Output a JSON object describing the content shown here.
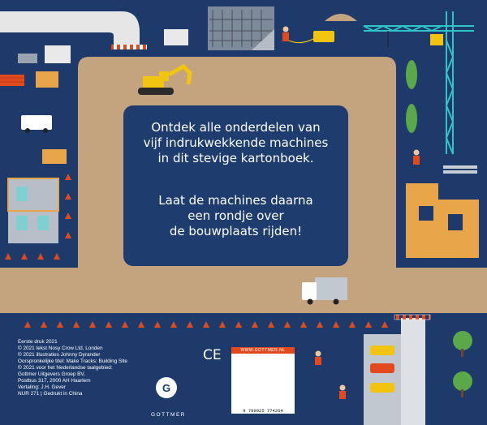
{
  "blurb": {
    "line1": "Ontdek alle onderdelen van",
    "line2": "vijf indrukwekkende machines",
    "line3": "in dit stevige kartonboek.",
    "line4": "Laat de machines daarna",
    "line5": "een rondje over",
    "line6": "de bouwplaats rijden!"
  },
  "credits": [
    "Eerste druk 2021",
    "© 2021 tekst Nosy Crow Ltd, Londen",
    "© 2021 illustraties Johnny Dyrander",
    "Oorspronkelijke titel: Make Tracks: Building Site",
    "© 2021 voor het Nederlandse taalgebied:",
    "Gottmer Uitgevers Groep BV,",
    "Postbus 317, 2000 AH Haarlem",
    "Vertaling: J.H. Gever",
    "NUR 271 | Gedrukt in China"
  ],
  "ce_mark": "CE",
  "barcode": {
    "url": "WWW.GOTTMER.NL",
    "number": "9 789025 774264"
  },
  "publisher": {
    "name": "GOTTMER",
    "logo_letter": "G"
  },
  "colors": {
    "background": "#1d3a6b",
    "road": "#c4a47f",
    "accent": "#e24a1e"
  }
}
